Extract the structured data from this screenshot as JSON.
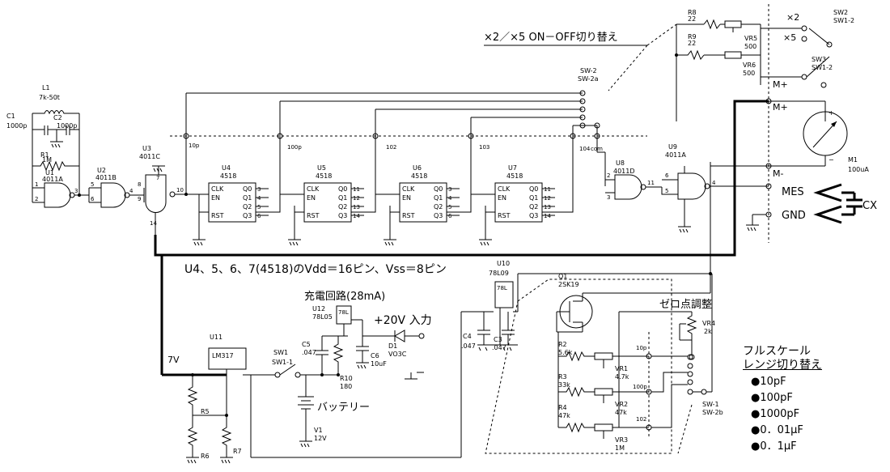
{
  "labels": {
    "c1": "C1",
    "c1_val": "1000p",
    "l1": "L1",
    "l1_val": "7k-50t",
    "c2": "C2",
    "c2_val": "1000p",
    "r1": "R1",
    "r1_val": "1M",
    "u1": "U1",
    "u1_part": "4011A",
    "u2": "U2",
    "u2_part": "4011B",
    "u3": "U3",
    "u3_part": "4011C",
    "u4": "U4",
    "u4_part": "4518",
    "u5": "U5",
    "u5_part": "4518",
    "u6": "U6",
    "u6_part": "4518",
    "u7": "U7",
    "u7_part": "4518",
    "u8": "U8",
    "u8_part": "4011D",
    "u9": "U9",
    "u9_part": "4011A",
    "u10": "U10",
    "u10_part": "78L09",
    "u11": "U11",
    "u11_part": "LM317",
    "u12": "U12",
    "u12_part": "78L05",
    "q1": "Q1",
    "q1_part": "2SK19",
    "m1": "M1",
    "m1_val": "100uA",
    "r8": "R8",
    "r8_val": "22",
    "r9": "R9",
    "r9_val": "22",
    "vr5": "VR5",
    "vr5_val": "500",
    "vr6": "VR6",
    "vr6_val": "500",
    "sw2": "SW2",
    "sw2_sub": "SW1-2",
    "sw3": "SW3",
    "sw3_sub": "SW1-2",
    "sw2_top": "SW-2",
    "sw2_top_sub": "SW-2a",
    "sw1": "SW1",
    "sw1_sub": "SW1-1",
    "swb": "SW-1",
    "swb_sub": "SW-2b",
    "r2": "R2",
    "r2_val": "5.6k",
    "r3": "R3",
    "r3_val": "33k",
    "r4": "R4",
    "r4_val": "47k",
    "vr1": "VR1",
    "vr1_val": "4.7k",
    "vr2": "VR2",
    "vr2_val": "47k",
    "vr3": "VR3",
    "vr3_val": "1M",
    "vr4": "VR4",
    "vr4_val": "2k",
    "r5": "R5",
    "r6": "R6",
    "r7": "R7",
    "r10": "R10",
    "r10_val": "180",
    "c3": "C3",
    "c3_val": ".047",
    "c4": "C4",
    "c4_val": ".047",
    "c5": "C5",
    "c5_val": ".047",
    "c6": "C6",
    "c6_val": "10uF",
    "d1": "D1",
    "d1_part": "VO3C",
    "v1": "V1",
    "v1_val": "12V",
    "tap_10p": "10p",
    "tap_100p": "100p",
    "tap_102": "102",
    "tap_103": "103",
    "tap_104": "104",
    "tap_com": "com",
    "sel_10p": "10p",
    "sel_100p": "100p",
    "sel_102": "102",
    "x2": "×2",
    "x5": "×5",
    "m_plus": "M+",
    "m_plus2": "M+",
    "m_minus": "M-",
    "mes": "MES",
    "gnd": "GND",
    "cx": "CX",
    "seven_v": "7V",
    "battery": "バッテリー",
    "charge": "充電回路(28mA)",
    "input": "+20V  入力",
    "zero_adj": "ゼロ点調整",
    "note": "U4、5、6、7(4518)のVdd＝16ピン、Vss＝8ピン",
    "onoff": "×2／×5  ON－OFF切り替え",
    "fullscale_title1": "フルスケール",
    "fullscale_title2": "レンジ切り替え"
  },
  "ranges": [
    "●10pF",
    "●100pF",
    "●1000pF",
    "●0．01μF",
    "●0．1μF"
  ],
  "counter_pins": {
    "in": [
      "CLK",
      "EN",
      "RST"
    ],
    "out": [
      "Q0",
      "Q1",
      "Q2",
      "Q3"
    ],
    "u4": [
      "3",
      "4",
      "5",
      "6"
    ],
    "u5": [
      "11",
      "12",
      "13",
      "14"
    ],
    "u6": [
      "3",
      "4",
      "5",
      "6"
    ],
    "u7": [
      "11",
      "12",
      "13",
      "14"
    ]
  }
}
